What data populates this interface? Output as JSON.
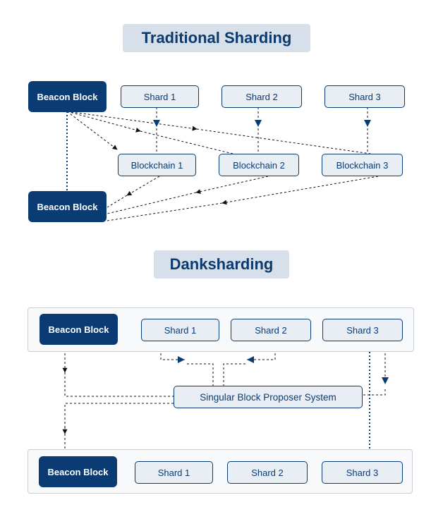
{
  "traditional": {
    "title": "Traditional Sharding",
    "beacon_top": "Beacon Block",
    "beacon_bottom": "Beacon Block",
    "shards": [
      "Shard 1",
      "Shard 2",
      "Shard 3"
    ],
    "blockchains": [
      "Blockchain 1",
      "Blockchain 2",
      "Blockchain 3"
    ]
  },
  "danksharding": {
    "title": "Danksharding",
    "top_row": {
      "beacon": "Beacon Block",
      "shards": [
        "Shard 1",
        "Shard 2",
        "Shard 3"
      ]
    },
    "proposer": "Singular Block Proposer System",
    "bottom_row": {
      "beacon": "Beacon Block",
      "shards": [
        "Shard 1",
        "Shard 2",
        "Shard 3"
      ]
    }
  },
  "colors": {
    "navy": "#0a3b73",
    "title_bg": "#d7e0ea",
    "node_bg": "#e9eef5",
    "panel_bg": "#f8f9fa"
  }
}
